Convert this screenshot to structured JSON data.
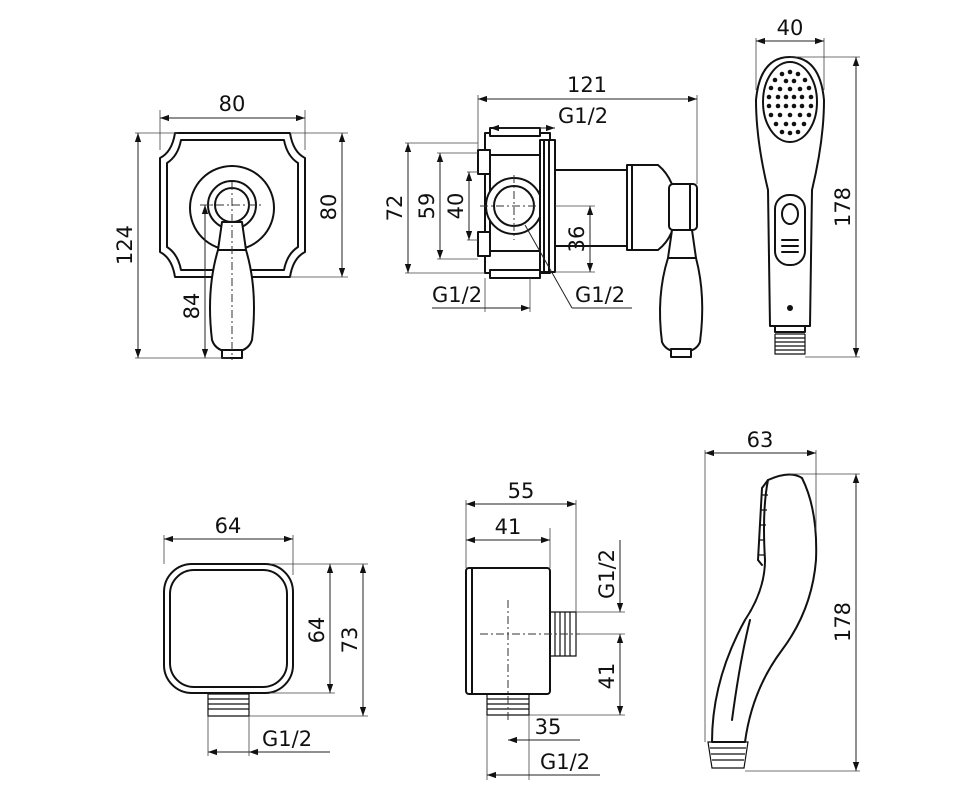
{
  "dimensions": {
    "mixer_front": {
      "width": "80",
      "height": "80",
      "overall_height": "124",
      "lever_height": "84"
    },
    "mixer_side": {
      "depth": "121",
      "thread_top": "G1/2",
      "h72": "72",
      "h59": "59",
      "h40": "40",
      "h36": "36",
      "thread_bottom_left": "G1/2",
      "thread_bottom_right": "G1/2"
    },
    "shower_front": {
      "width": "40",
      "length": "178"
    },
    "outlet_front": {
      "width": "64",
      "height": "64",
      "overall_height": "73",
      "thread": "G1/2"
    },
    "outlet_side": {
      "overall_depth": "55",
      "body_depth": "41",
      "thread_side": "G1/2",
      "offset_vertical": "41",
      "offset_horizontal": "35",
      "thread_bottom": "G1/2"
    },
    "shower_side": {
      "width": "63",
      "length": "178"
    }
  }
}
